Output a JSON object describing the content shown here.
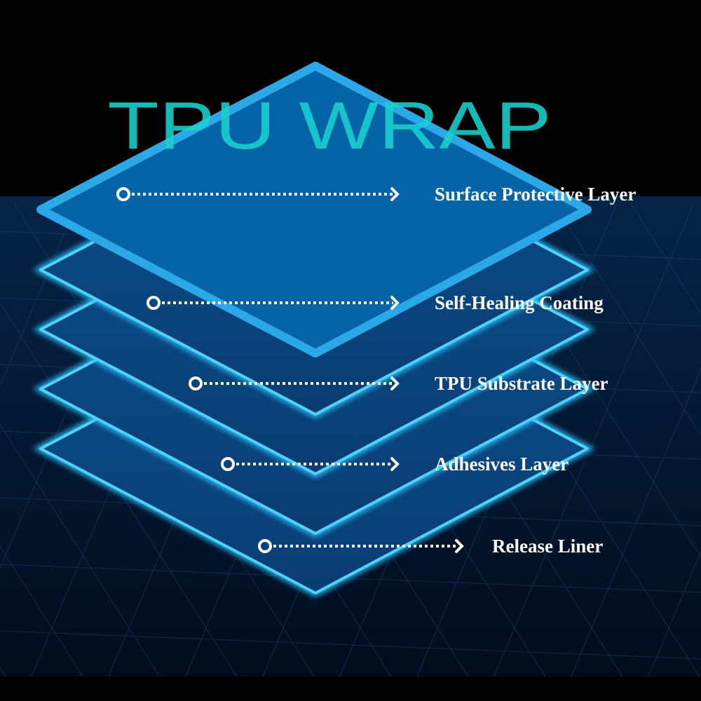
{
  "title": "TPU WRAP",
  "layers": [
    {
      "label": "Surface Protective Layer"
    },
    {
      "label": "Self-Healing Coating"
    },
    {
      "label": "TPU Substrate Layer"
    },
    {
      "label": "Adhesives Layer"
    },
    {
      "label": "Release Liner"
    }
  ],
  "colors": {
    "accent": "#2aa8e8",
    "top_fill": "#0563a8",
    "title": "#19d3d0",
    "background": "#03142a"
  }
}
